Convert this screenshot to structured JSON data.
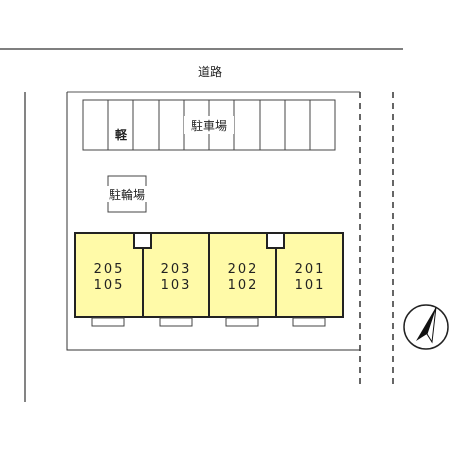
{
  "road_label": "道路",
  "parking": {
    "label": "駐車場",
    "kei_label": "軽"
  },
  "bicycle_parking_label": "駐輪場",
  "units": [
    {
      "upper": "205",
      "lower": "105"
    },
    {
      "upper": "203",
      "lower": "103"
    },
    {
      "upper": "202",
      "lower": "102"
    },
    {
      "upper": "201",
      "lower": "101"
    }
  ],
  "colors": {
    "unit_fill": "#fffaa8",
    "line": "#333333"
  },
  "icons": {
    "north": "north-arrow-icon"
  }
}
